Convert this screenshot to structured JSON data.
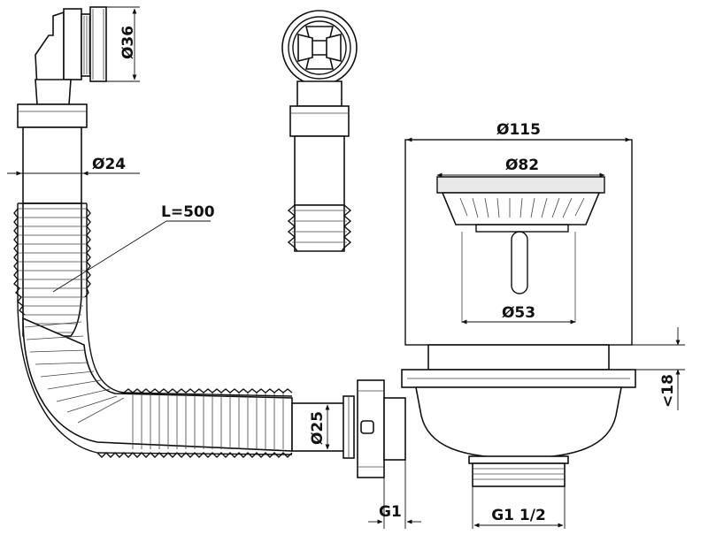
{
  "dimensions": {
    "top_connector_diameter": "Ø36",
    "pipe_diameter": "Ø24",
    "hose_length": "L=500",
    "outer_diameter": "Ø115",
    "strainer_diameter": "Ø82",
    "stem_diameter": "Ø53",
    "outlet_diameter": "Ø25",
    "max_thickness": "<18",
    "side_thread": "G1",
    "bottom_thread": "G1 1/2"
  },
  "colors": {
    "line": "#111111",
    "background": "#ffffff"
  }
}
